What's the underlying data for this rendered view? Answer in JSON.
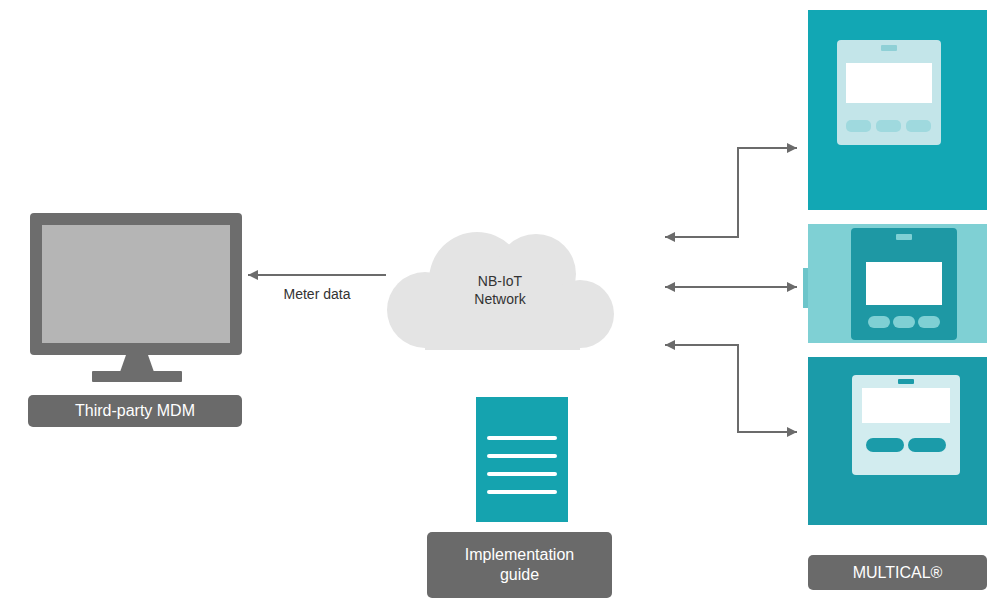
{
  "diagram": {
    "nodes": [
      {
        "text": [
          "Third-party MDM"
        ]
      },
      {
        "text": [
          "NB-IoT Network"
        ]
      },
      {
        "text": [
          "Implementation guide"
        ]
      },
      {
        "text": [
          "MULTICAL®"
        ]
      }
    ],
    "edges": [
      {
        "from": 1,
        "to": 0,
        "label": "Meter data",
        "arrow": "to"
      },
      {
        "from": 1,
        "to": 3,
        "arrow": "both"
      },
      {
        "from": 1,
        "to": 3,
        "arrow": "both"
      },
      {
        "from": 1,
        "to": 3,
        "arrow": "both"
      }
    ]
  }
}
